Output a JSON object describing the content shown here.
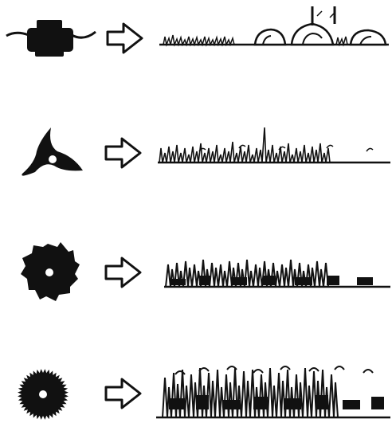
{
  "colors": {
    "ink": "#111111",
    "paper": "#ffffff"
  },
  "rows": [
    {
      "tool_icon": "trimmer-line-spool-icon",
      "arrow_icon": "arrow-right-outline-icon",
      "vegetation": "short-grass-with-rocks-and-stumps"
    },
    {
      "tool_icon": "three-blade-cutter-icon",
      "arrow_icon": "arrow-right-outline-icon",
      "vegetation": "medium-grass-and-weeds"
    },
    {
      "tool_icon": "eight-tooth-blade-icon",
      "arrow_icon": "arrow-right-outline-icon",
      "vegetation": "dense-brush"
    },
    {
      "tool_icon": "circular-saw-blade-icon",
      "arrow_icon": "arrow-right-outline-icon",
      "vegetation": "thick-scrub-and-saplings"
    }
  ]
}
